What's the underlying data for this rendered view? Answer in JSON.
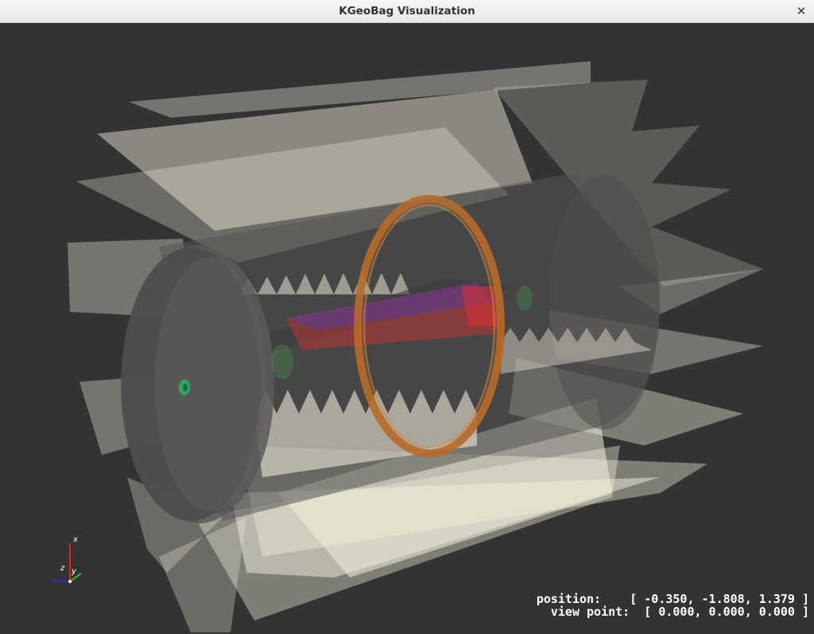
{
  "window": {
    "title": "KGeoBag Visualization",
    "close_icon": "close-icon"
  },
  "readout": {
    "position_label": "position:",
    "position_value": "[ -0.350, -1.808, 1.379 ]",
    "viewpoint_label": "view point:",
    "viewpoint_value": "[ 0.000, 0.000, 0.000 ]"
  },
  "orientation_axes": {
    "x_label": "x",
    "y_label": "y",
    "z_label": "z",
    "colors": {
      "x": "#e02020",
      "y": "#20c020",
      "z": "#2030e0"
    }
  },
  "scene": {
    "background": "#333333",
    "plane_color": "#f5f2e4",
    "cylinder_color": "#5a5a5a",
    "ring_color": "#b8692a",
    "mesh_colors": [
      "#e02828",
      "#3a3ae0"
    ],
    "marker_color": "#2ea860"
  }
}
